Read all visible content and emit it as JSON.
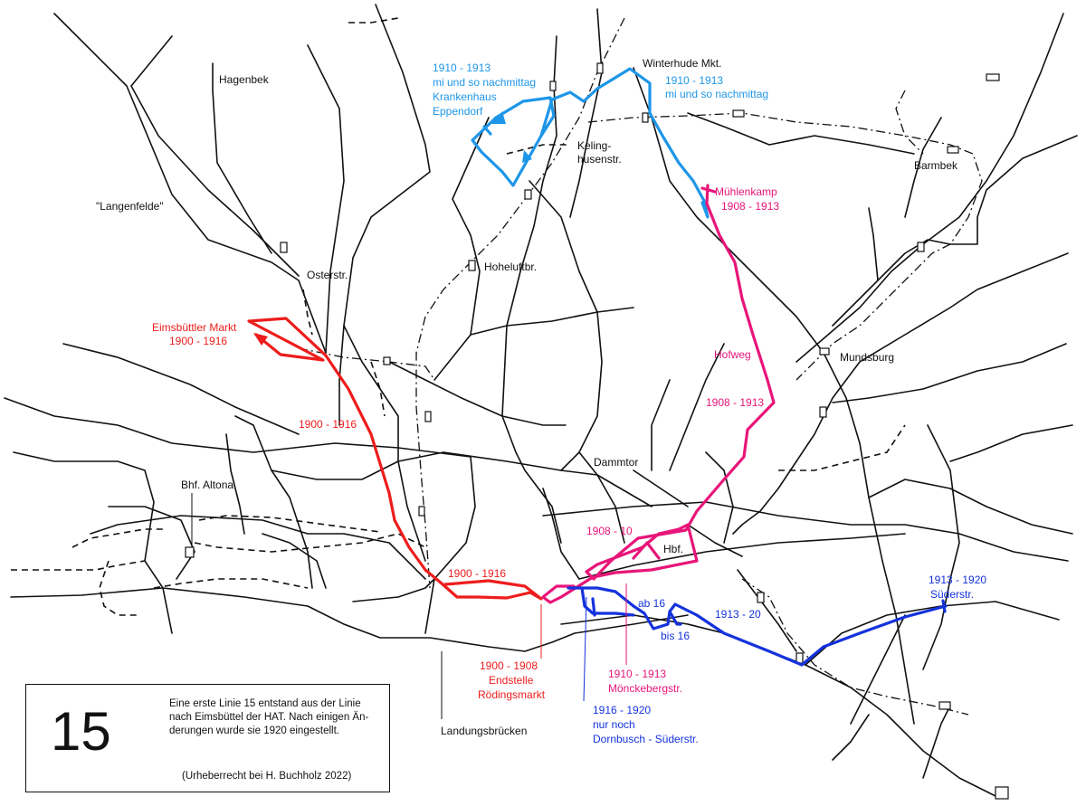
{
  "places": {
    "hagenbek": "Hagenbek",
    "langenfelde": "\"Langenfelde\"",
    "osterstr": "Osterstr.",
    "keling1": "Keling-",
    "keling2": "husenstr.",
    "hoheluft": "Hoheluftbr.",
    "winterhude": "Winterhude Mkt.",
    "barmbek": "Barmbek",
    "mundsburg": "Mundsburg",
    "dammtor": "Dammtor",
    "hbf": "Hbf.",
    "altona": "Bhf. Altona",
    "landungsbruecken": "Landungsbrücken"
  },
  "route_labels": {
    "red": {
      "eimsbuettel1": "Eimsbüttler Markt",
      "eimsbuettel2": "1900 - 1916",
      "mid": "1900 - 1916",
      "south": "1900 - 1916",
      "rodings1": "1900 - 1908",
      "rodings2": "Endstelle",
      "rodings3": "Rödingsmarkt"
    },
    "lightblue": {
      "eppendorf1": "1910 - 1913",
      "eppendorf2": "mi und so nachmittag",
      "eppendorf3": "Krankenhaus",
      "eppendorf4": "Eppendorf",
      "winterhude1": "1910 - 1913",
      "winterhude2": "mi und so nachmittag"
    },
    "magenta": {
      "muehlenkamp1": "Mühlenkamp",
      "muehlenkamp2": "1908 - 1913",
      "hofweg": "Hofweg",
      "hofweg_years": "1908 - 1913",
      "hbf_branch": "1908 - 10",
      "moenckeberg1": "1910 - 1913",
      "moenckeberg2": "Mönckebergstr."
    },
    "blue": {
      "suederstr1": "1913 - 1920",
      "suederstr2": "Süderstr.",
      "mid": "1913 - 20",
      "ab16": "ab 16",
      "bis16": "bis 16",
      "dornbusch1": "1916 - 1920",
      "dornbusch2": "nur noch",
      "dornbusch3": "Dornbusch - Süderstr."
    }
  },
  "legend": {
    "number": "15",
    "text": "Eine erste Linie 15 entstand aus der Linie nach Eimsbüttel der HAT. Nach einigen Än-derungen wurde sie 1920 eingestellt.",
    "copyright": "(Urheberrecht bei H. Buchholz 2022)"
  },
  "colors": {
    "red": "#ee1c1c",
    "lightblue": "#1e96e8",
    "magenta": "#e8157a",
    "blue": "#1432dc",
    "network": "#111111"
  }
}
